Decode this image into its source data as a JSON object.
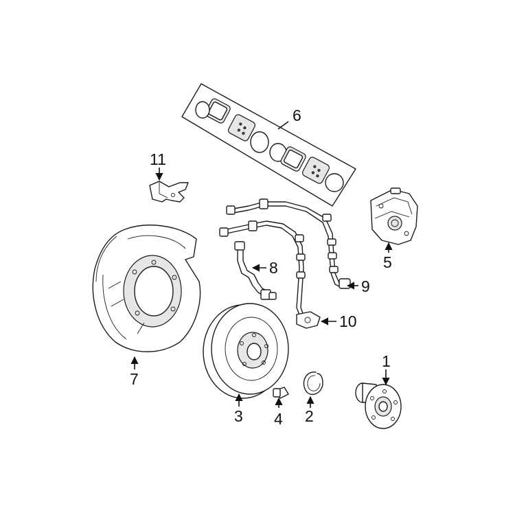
{
  "callouts": [
    {
      "id": "1",
      "label": "1"
    },
    {
      "id": "2",
      "label": "2"
    },
    {
      "id": "3",
      "label": "3"
    },
    {
      "id": "4",
      "label": "4"
    },
    {
      "id": "5",
      "label": "5"
    },
    {
      "id": "6",
      "label": "6"
    },
    {
      "id": "7",
      "label": "7"
    },
    {
      "id": "8",
      "label": "8"
    },
    {
      "id": "9",
      "label": "9"
    },
    {
      "id": "10",
      "label": "10"
    },
    {
      "id": "11",
      "label": "11"
    }
  ],
  "colors": {
    "line": "#1a1a1a",
    "fill": "#ffffff",
    "shade": "#e6e6e6",
    "background": "#ffffff"
  }
}
